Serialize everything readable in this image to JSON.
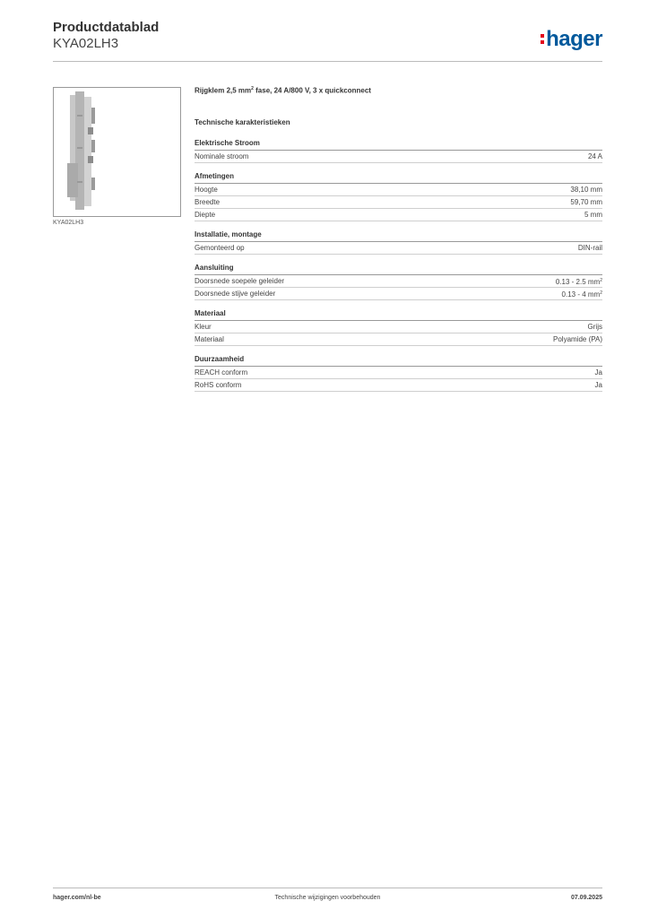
{
  "header": {
    "title": "Productdatablad",
    "code": "KYA02LH3",
    "logo": "hager"
  },
  "product": {
    "image_caption": "KYA02LH3",
    "description_prefix": "Rijgklem 2,5 mm",
    "description_sup": "2",
    "description_suffix": " fase, 24 A/800 V, 3 x quickconnect"
  },
  "tech_title": "Technische karakteristieken",
  "sections": [
    {
      "title": "Elektrische Stroom",
      "rows": [
        {
          "label": "Nominale stroom",
          "value": "24 A"
        }
      ]
    },
    {
      "title": "Afmetingen",
      "rows": [
        {
          "label": "Hoogte",
          "value": "38,10 mm"
        },
        {
          "label": "Breedte",
          "value": "59,70 mm"
        },
        {
          "label": "Diepte",
          "value": "5 mm"
        }
      ]
    },
    {
      "title": "Installatie, montage",
      "rows": [
        {
          "label": "Gemonteerd op",
          "value": "DIN-rail"
        }
      ]
    },
    {
      "title": "Aansluiting",
      "rows": [
        {
          "label": "Doorsnede soepele geleider",
          "value": "0.13 - 2.5 mm",
          "sup": "2"
        },
        {
          "label": "Doorsnede stijve geleider",
          "value": "0.13 - 4 mm",
          "sup": "2"
        }
      ]
    },
    {
      "title": "Materiaal",
      "rows": [
        {
          "label": "Kleur",
          "value": "Grijs"
        },
        {
          "label": "Materiaal",
          "value": "Polyamide (PA)"
        }
      ]
    },
    {
      "title": "Duurzaamheid",
      "rows": [
        {
          "label": "REACH conform",
          "value": "Ja"
        },
        {
          "label": "RoHS conform",
          "value": "Ja"
        }
      ]
    }
  ],
  "footer": {
    "website": "hager.com/nl-be",
    "notice": "Technische wijzigingen voorbehouden",
    "date": "07.09.2025"
  },
  "colors": {
    "brand_blue": "#00599c",
    "brand_red": "#e2001a"
  }
}
